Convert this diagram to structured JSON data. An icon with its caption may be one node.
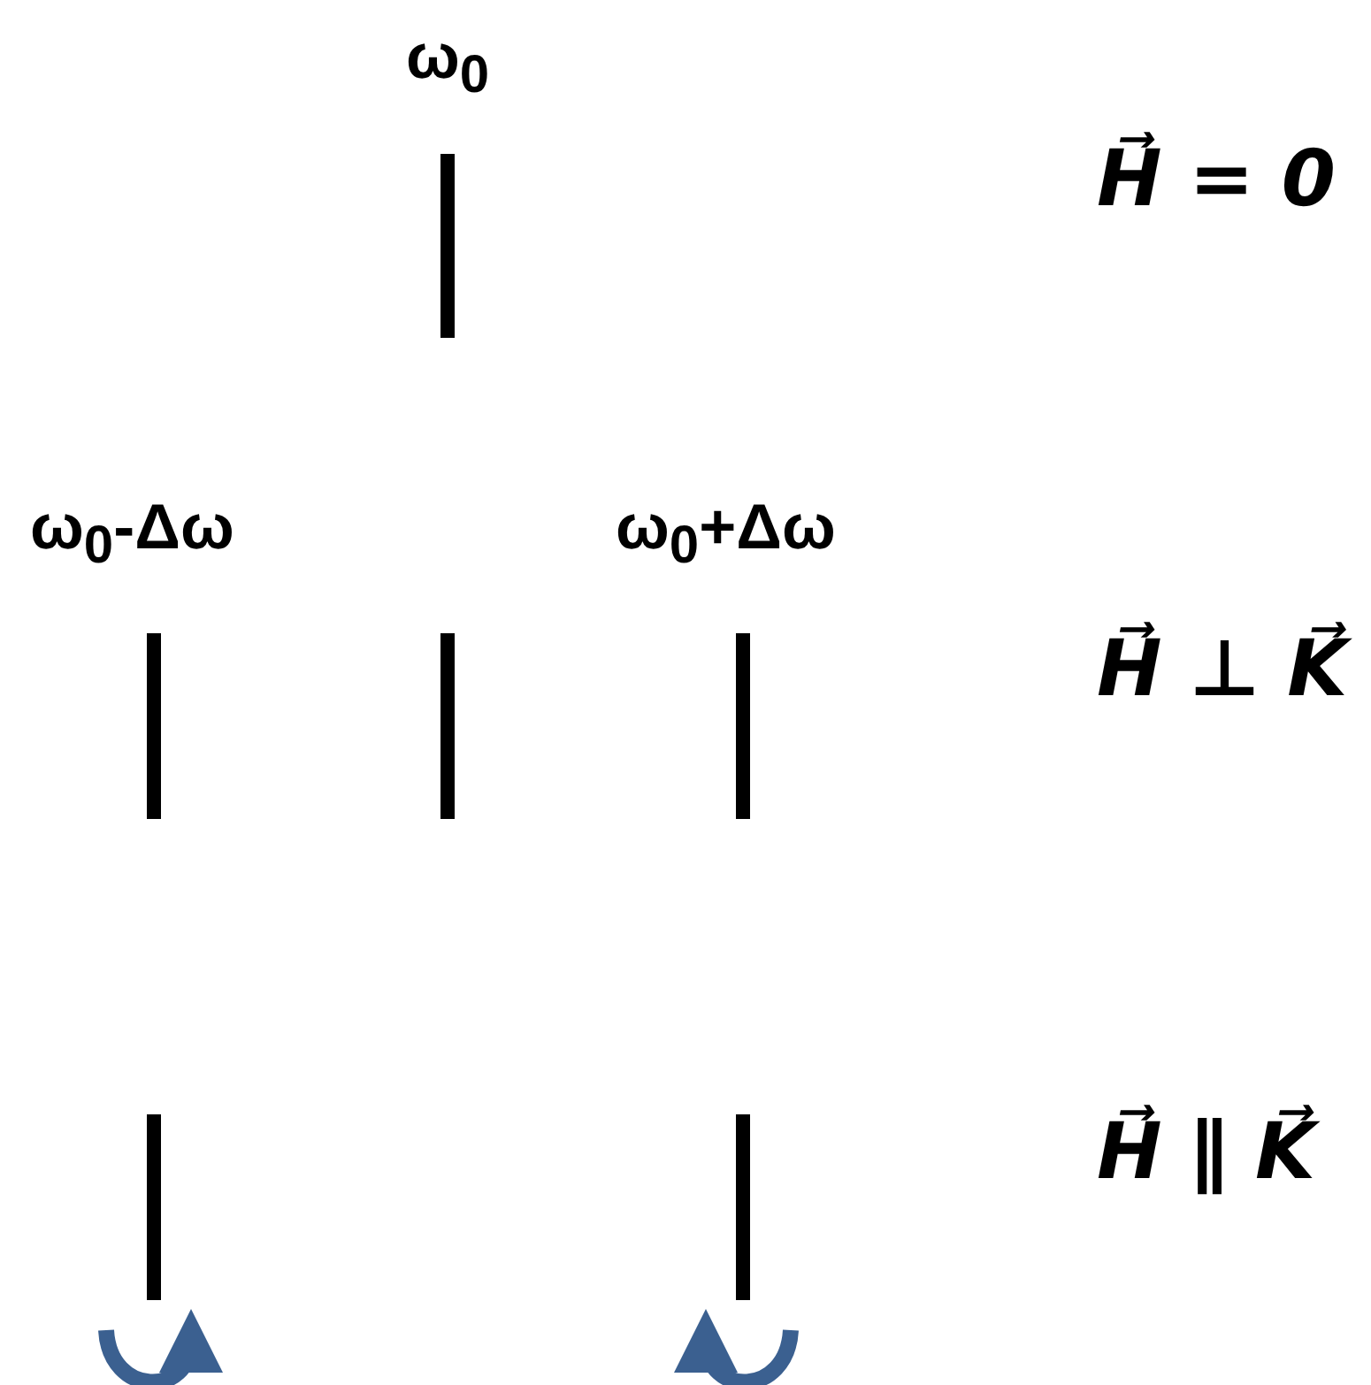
{
  "diagram": {
    "labels": [
      "ω$_{0}$",
      "H⃗ = 0",
      "ω$_{0}$-Δω",
      "ω$_{0}$+Δω",
      "H⃗ ⊥ K⃗",
      "H⃗ ∥ K⃗"
    ]
  }
}
